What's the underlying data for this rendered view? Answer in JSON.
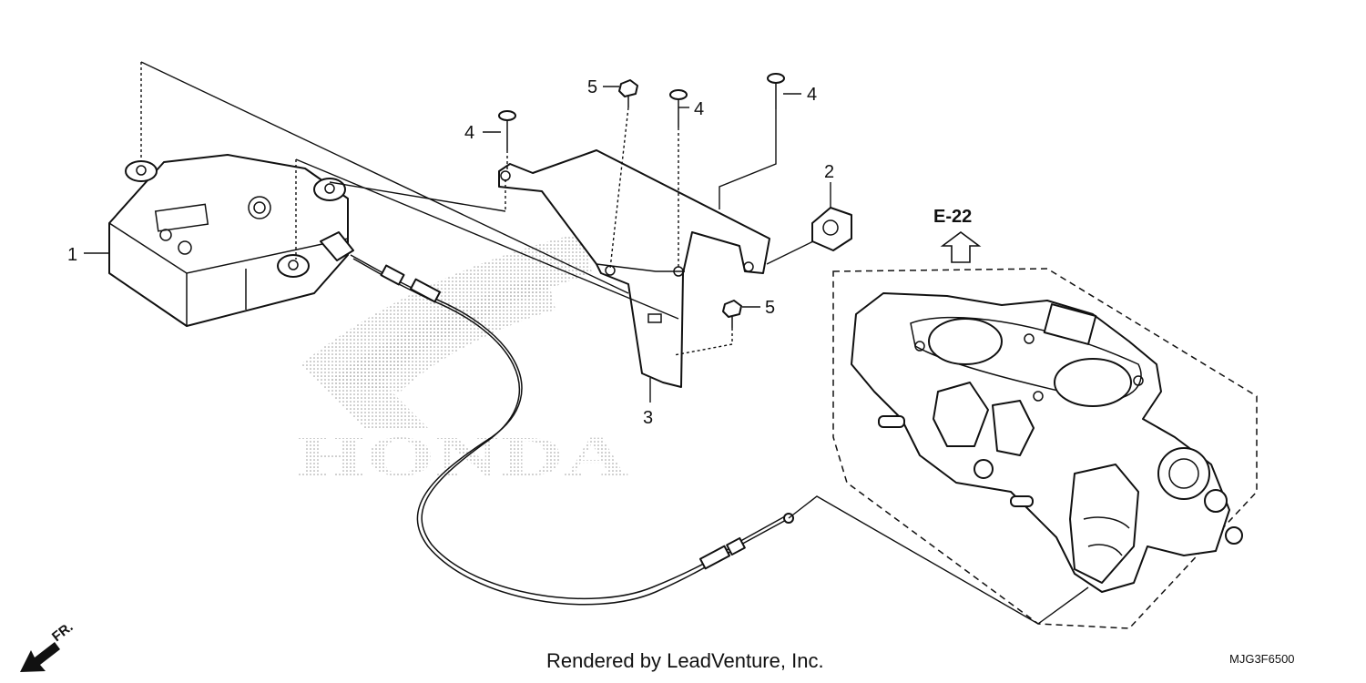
{
  "diagram": {
    "callouts": [
      {
        "id": "1",
        "label": "1"
      },
      {
        "id": "2",
        "label": "2"
      },
      {
        "id": "3",
        "label": "3"
      },
      {
        "id": "4a",
        "label": "4"
      },
      {
        "id": "4b",
        "label": "4"
      },
      {
        "id": "4c",
        "label": "4"
      },
      {
        "id": "5a",
        "label": "5"
      },
      {
        "id": "5b",
        "label": "5"
      }
    ],
    "reference": "E-22",
    "direction": "FR.",
    "watermark": "HONDA",
    "footer": "Rendered by LeadVenture, Inc.",
    "diagram_code": "MJG3F6500"
  }
}
